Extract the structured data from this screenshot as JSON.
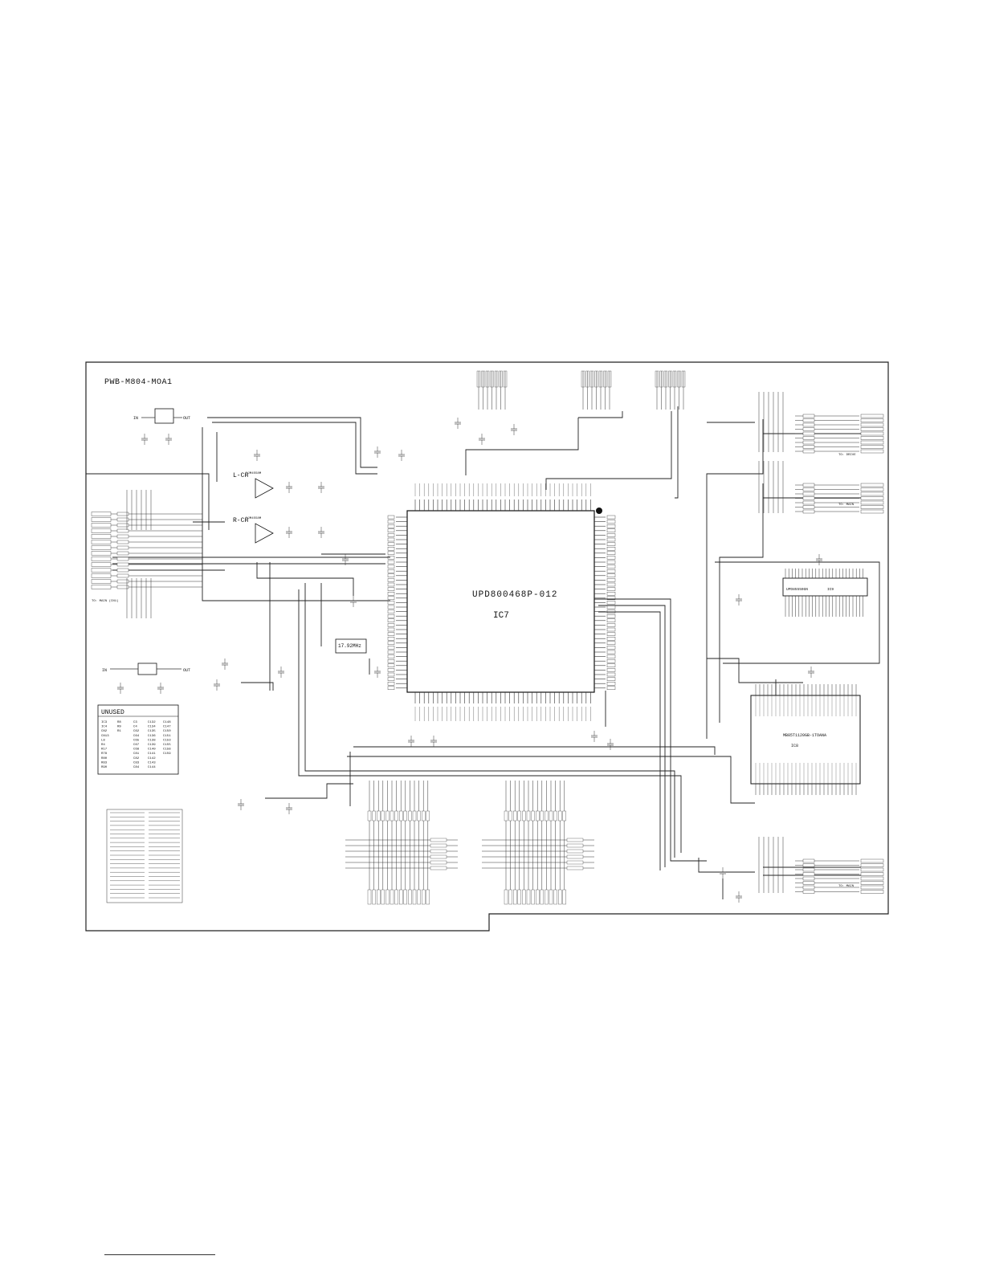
{
  "board": {
    "title": "PWB-M804-MOA1"
  },
  "main_ic": {
    "part": "UPD800468P-012",
    "ref": "IC7"
  },
  "bottom_ic": {
    "part": "MB85T1120GB-1TOANA",
    "ref": "IC8"
  },
  "right_ic": {
    "part": "UPD85550GN",
    "ref": "IC9"
  },
  "regulators": {
    "reg1_in": "IN",
    "reg1_out": "OUT",
    "reg2_in": "IN",
    "reg2_out": "OUT"
  },
  "opamps": {
    "left_label": "L-CH",
    "right_label": "R-CH",
    "opamp_part": "NJM4558M"
  },
  "crystal_box": {
    "label": "17.92MHz"
  },
  "unused_table": {
    "header": "UNUSED",
    "rows": [
      [
        "IC3",
        "R8",
        "C3",
        "C132",
        "C148"
      ],
      [
        "IC4",
        "R9",
        "C4",
        "C134",
        "C147"
      ],
      [
        "CN2",
        "R1",
        "C62",
        "C135",
        "C150"
      ],
      [
        "CN13",
        "",
        "C64",
        "C136",
        "C151"
      ],
      [
        "L8",
        "",
        "C65",
        "C138",
        "C153"
      ],
      [
        "R4",
        "",
        "C67",
        "C139",
        "C155"
      ],
      [
        "R17",
        "",
        "C68",
        "C140",
        "C158"
      ],
      [
        "R78",
        "",
        "C81",
        "C141",
        "C159"
      ],
      [
        "R80",
        "",
        "C82",
        "C142",
        ""
      ],
      [
        "R83",
        "",
        "C83",
        "C143",
        ""
      ],
      [
        "R90",
        "",
        "C84",
        "C144",
        ""
      ]
    ]
  },
  "connectors": {
    "left_note": "TO: MAIN (CN1)",
    "right_top_note": "TO: DRIVE",
    "right_mid_note": "TO: MAIN",
    "right_bottom_note": "TO: MAIN"
  }
}
